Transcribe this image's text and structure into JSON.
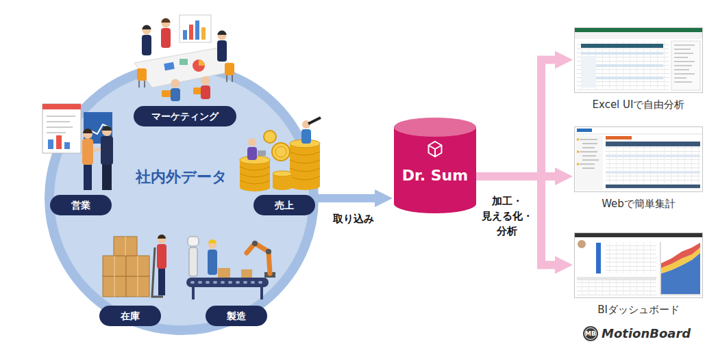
{
  "diagram": {
    "nodes": [
      {
        "text": [
          "社内外データ"
        ]
      },
      {
        "text": [
          "マーケティング"
        ],
        "in": 0
      },
      {
        "text": [
          "営業"
        ],
        "in": 0
      },
      {
        "text": [
          "売上"
        ],
        "in": 0
      },
      {
        "text": [
          "在庫"
        ],
        "in": 0
      },
      {
        "text": [
          "製造"
        ],
        "in": 0
      },
      {
        "text": [
          "Dr. Sum"
        ]
      },
      {
        "text": [
          "Excel UIで自由分析"
        ]
      },
      {
        "text": [
          "Webで簡単集計"
        ]
      },
      {
        "text": [
          "BIダッシュボード"
        ]
      }
    ],
    "edges": [
      {
        "from": 0,
        "to": 6,
        "arrow": "to",
        "label": "取り込み"
      },
      {
        "from": 6,
        "to": 7,
        "arrow": "to"
      },
      {
        "from": 6,
        "to": 8,
        "arrow": "to"
      },
      {
        "from": 6,
        "to": 9,
        "arrow": "to"
      }
    ],
    "labels": [
      "加工・ 見える化・ 分析",
      "MB",
      "MotionBoard"
    ]
  }
}
